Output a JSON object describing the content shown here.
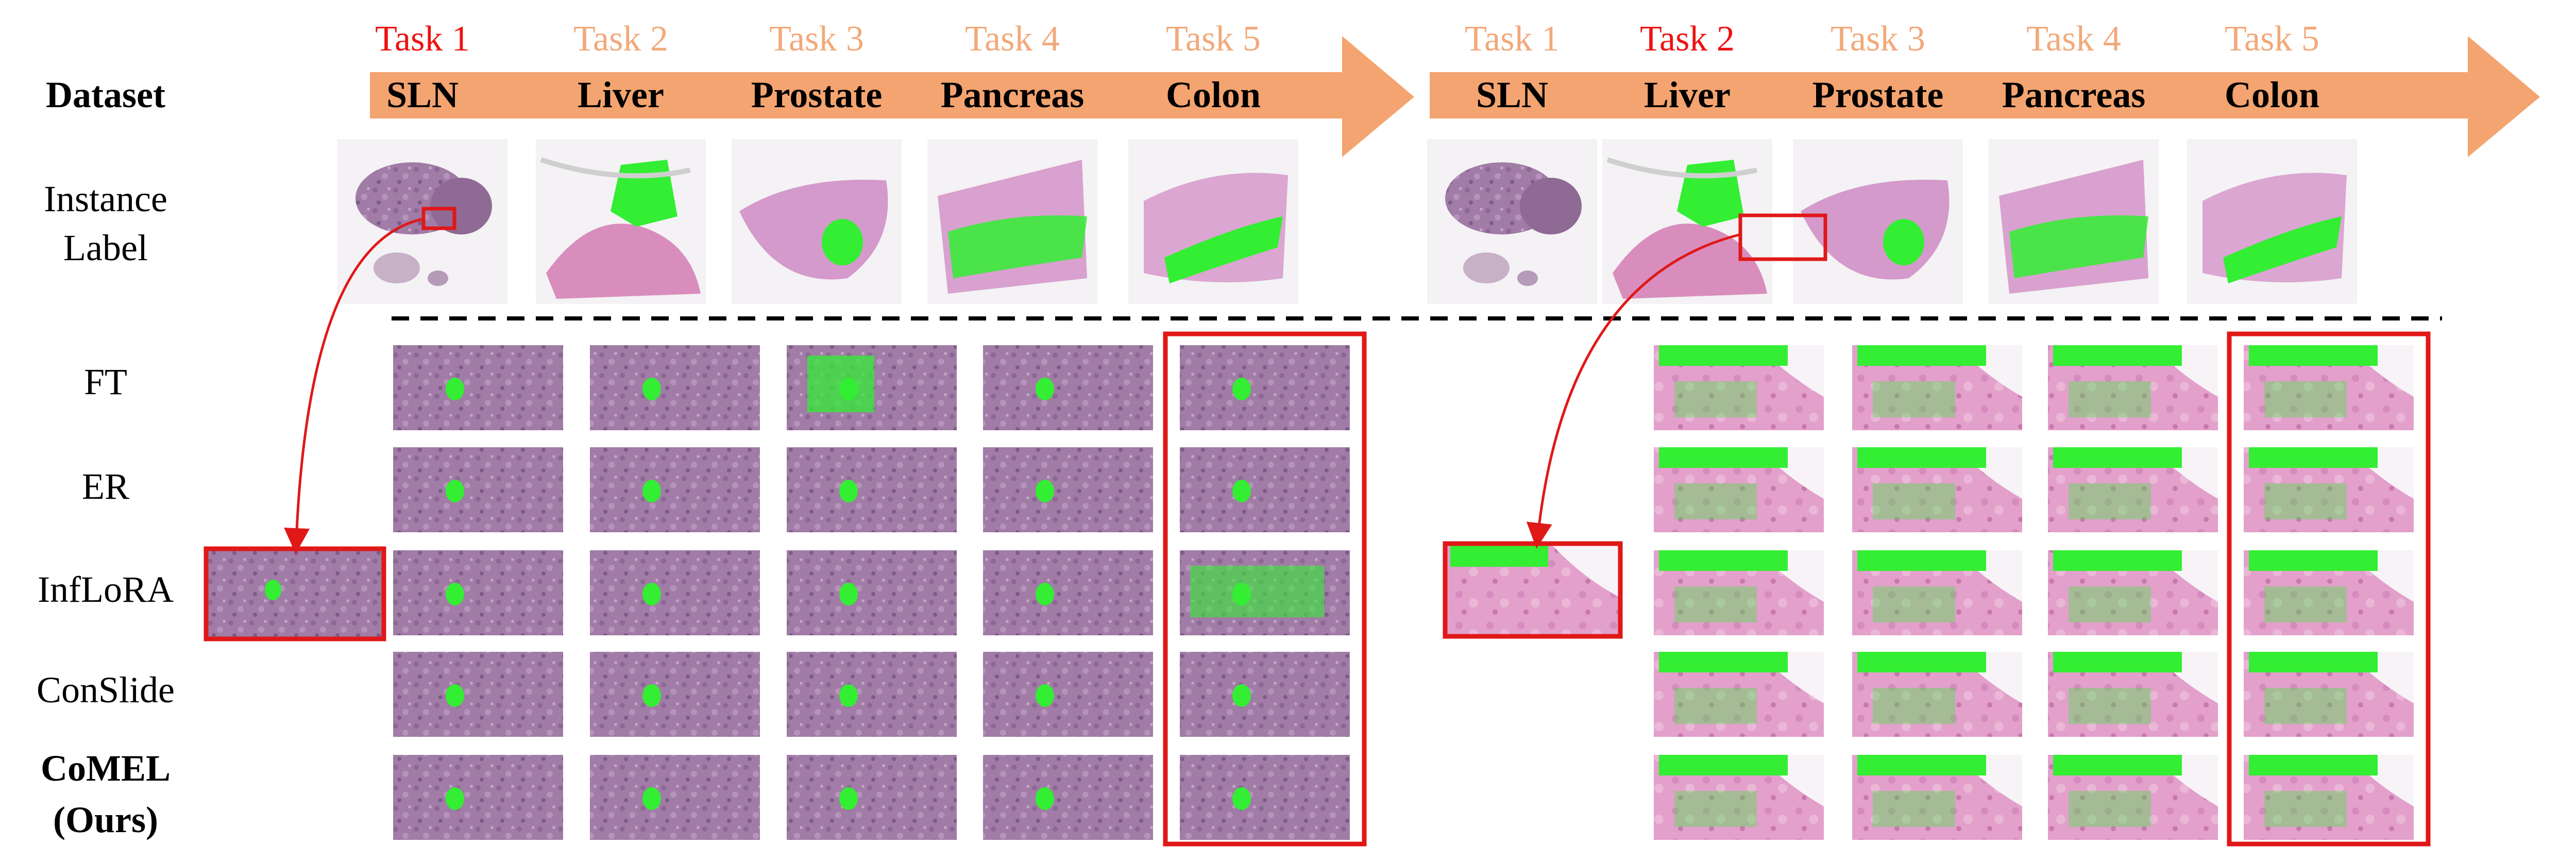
{
  "colors": {
    "arrow": "#f4a470",
    "task_active": "#ee1111",
    "task_inactive": "#f2a97a",
    "highlight": "#e01818",
    "mask": "#33ee33",
    "sln_tissue": "#8e6a95",
    "patch_bg": "#a37fa8",
    "liver_patch_bg": "#e6a6cf"
  },
  "dataset_label": "Dataset",
  "instance_label_line1": "Instance",
  "instance_label_line2": "Label",
  "panels": [
    {
      "name": "left",
      "active_task": 1,
      "tasks": [
        {
          "label": "Task 1",
          "dataset": "SLN"
        },
        {
          "label": "Task 2",
          "dataset": "Liver"
        },
        {
          "label": "Task 3",
          "dataset": "Prostate"
        },
        {
          "label": "Task 4",
          "dataset": "Pancreas"
        },
        {
          "label": "Task 5",
          "dataset": "Colon"
        }
      ]
    },
    {
      "name": "right",
      "active_task": 2,
      "tasks": [
        {
          "label": "Task 1",
          "dataset": "SLN"
        },
        {
          "label": "Task 2",
          "dataset": "Liver"
        },
        {
          "label": "Task 3",
          "dataset": "Prostate"
        },
        {
          "label": "Task 4",
          "dataset": "Pancreas"
        },
        {
          "label": "Task 5",
          "dataset": "Colon"
        }
      ]
    }
  ],
  "methods": [
    {
      "name": "FT",
      "bold": false
    },
    {
      "name": "ER",
      "bold": false
    },
    {
      "name": "InfLoRA",
      "bold": false
    },
    {
      "name": "ConSlide",
      "bold": false
    },
    {
      "name": "CoMEL",
      "name_line2": "(Ours)",
      "bold": true
    }
  ]
}
